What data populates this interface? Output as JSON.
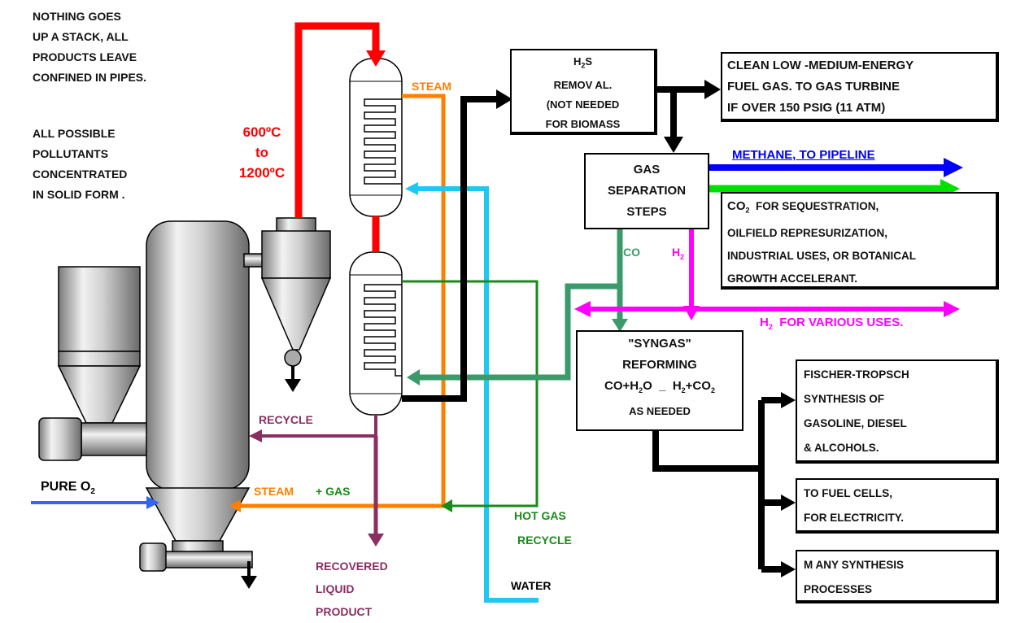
{
  "notes": {
    "no_stack": [
      "NOTHING GOES",
      "UP A STACK, ALL",
      "PRODUCTS LEAVE",
      "CONFINED IN PIPES."
    ],
    "pollutants": [
      "ALL POSSIBLE",
      "POLLUTANTS",
      "CONCENTRATED",
      "IN SOLID FORM ."
    ]
  },
  "temperature": {
    "line1": "600ºC",
    "line2": "to",
    "line3": "1200ºC"
  },
  "boxes": {
    "h2s": {
      "line1a": "H",
      "line1sub": "2",
      "line1b": "S",
      "line2": "REMOV AL.",
      "line3": "(NOT NEEDED",
      "line4": "FOR BIOMASS"
    },
    "fuel_gas": {
      "line1": "CLEAN LOW -MEDIUM-ENERGY",
      "line2": "FUEL GAS. TO GAS TURBINE",
      "line3": "IF OVER 150 PSIG (11 ATM)"
    },
    "separation": {
      "line1": "GAS",
      "line2": "SEPARATION",
      "line3": "STEPS"
    },
    "co2": {
      "line1a": "CO",
      "line1sub": "2",
      "line1b": "  FOR SEQUESTRATION,",
      "line2": "OILFIELD REPRESURIZATION,",
      "line3": "INDUSTRIAL USES, OR BOTANICAL",
      "line4": "GROWTH ACCELERANT."
    },
    "syngas": {
      "line1": "\"SYNGAS\"",
      "line2": "REFORMING",
      "line3a": "CO+H",
      "line3sub1": "2",
      "line3b": "O  _  H",
      "line3sub2": "2",
      "line3c": "+CO",
      "line3sub3": "2",
      "line4": "AS NEEDED"
    },
    "fischer": {
      "line1": "FISCHER-TROPSCH",
      "line2": "SYNTHESIS OF",
      "line3": "GASOLINE, DIESEL",
      "line4": "& ALCOHOLS."
    },
    "fuel_cells": {
      "line1": "TO FUEL CELLS,",
      "line2": "FOR ELECTRICITY."
    },
    "synthesis": {
      "line1": "M ANY SYNTHESIS",
      "line2": "PROCESSES"
    }
  },
  "labels": {
    "steam_top": "STEAM",
    "methane": "METHANE, TO PIPELINE",
    "co": "CO",
    "h2_a": "H",
    "h2_sub": "2",
    "h2_uses_a": "H",
    "h2_uses_sub": "2",
    "h2_uses_b": "  FOR VARIOUS USES.",
    "recycle": "RECYCLE",
    "pure_o2_a": "PURE O",
    "pure_o2_sub": "2",
    "steam_gas_a": "STEAM",
    "steam_gas_b": "+ GAS",
    "hot_gas": "HOT GAS",
    "hot_gas_recycle": "RECYCLE",
    "recovered": [
      "RECOVERED",
      "LIQUID",
      "PRODUCT"
    ],
    "water": "WATER"
  },
  "colors": {
    "red": "#ff0000",
    "orange": "#ff8000",
    "cyan": "#1ec8f0",
    "blue": "#0000ff",
    "green": "#00e000",
    "dark_green": "#1a8a1a",
    "teal_green": "#3a9a6a",
    "magenta": "#ff00ff",
    "plum": "#8b2e62",
    "o2_blue": "#3366ee",
    "black": "#000000"
  }
}
